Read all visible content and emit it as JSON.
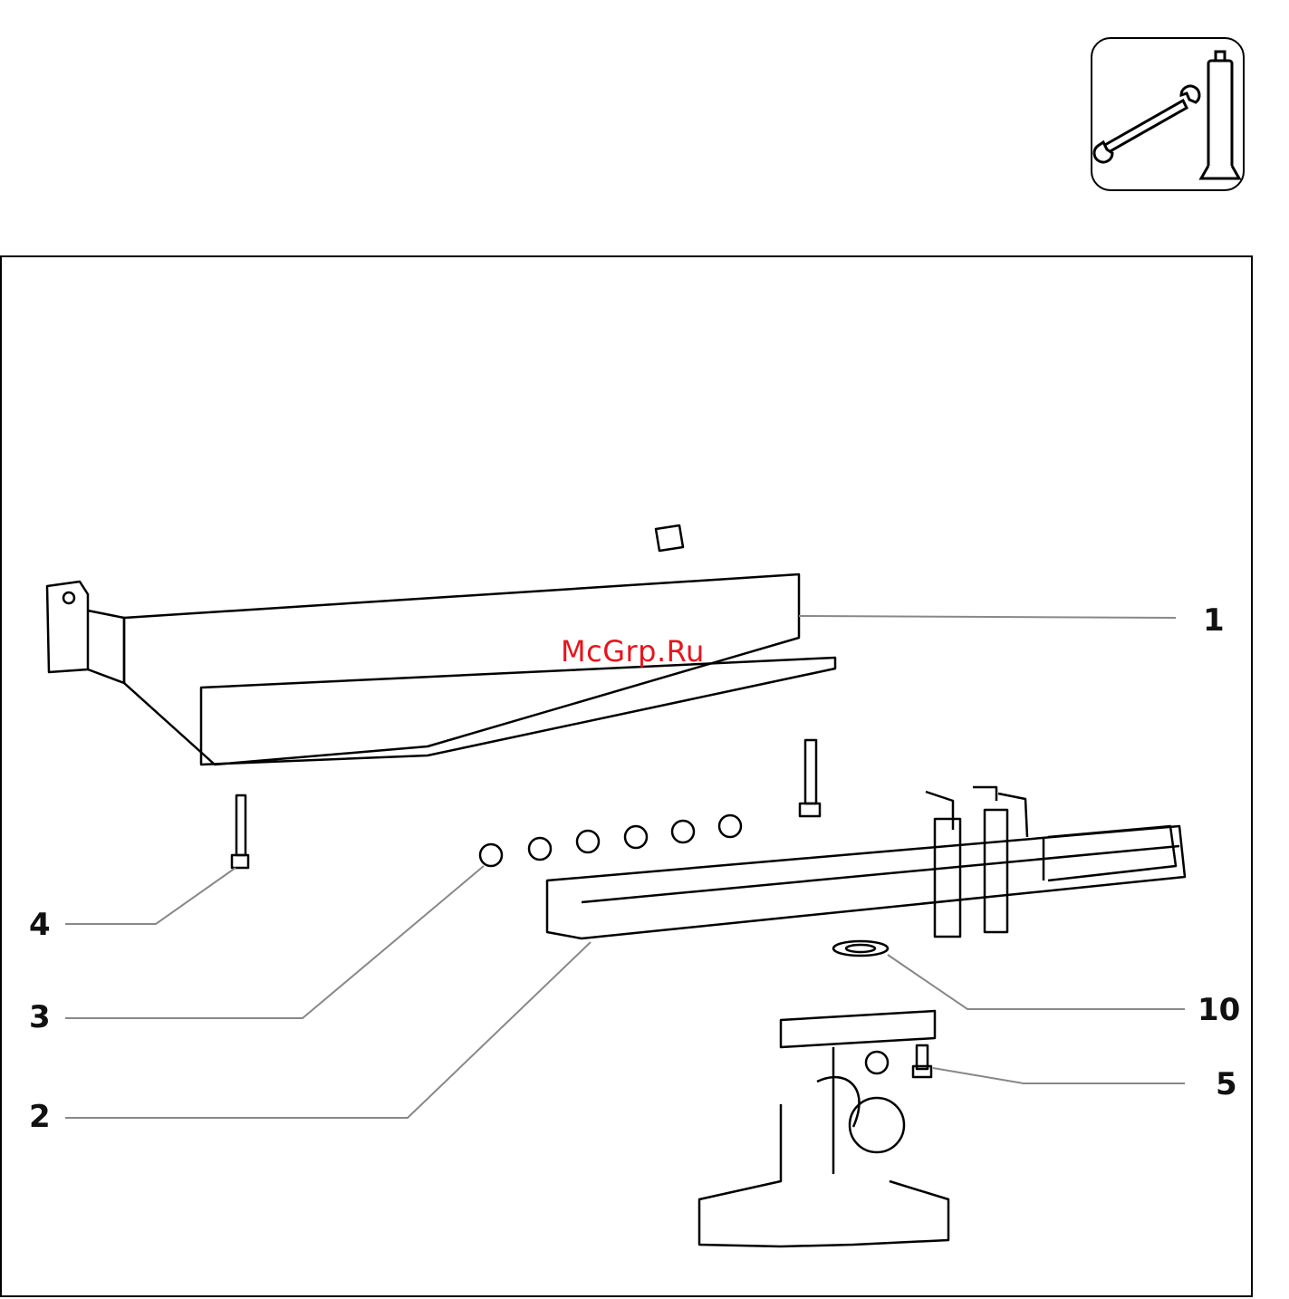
{
  "header": {
    "tool_icons": [
      "wrench-icon",
      "grease-cartridge-icon"
    ]
  },
  "diagram": {
    "callouts": [
      {
        "id": "1",
        "label": "1"
      },
      {
        "id": "4",
        "label": "4"
      },
      {
        "id": "3",
        "label": "3"
      },
      {
        "id": "2",
        "label": "2"
      },
      {
        "id": "10",
        "label": "10"
      },
      {
        "id": "5",
        "label": "5"
      }
    ],
    "watermark": "McGrp.Ru",
    "colors": {
      "line": "#000000",
      "leader": "#888888",
      "watermark": "#e8141c"
    }
  }
}
